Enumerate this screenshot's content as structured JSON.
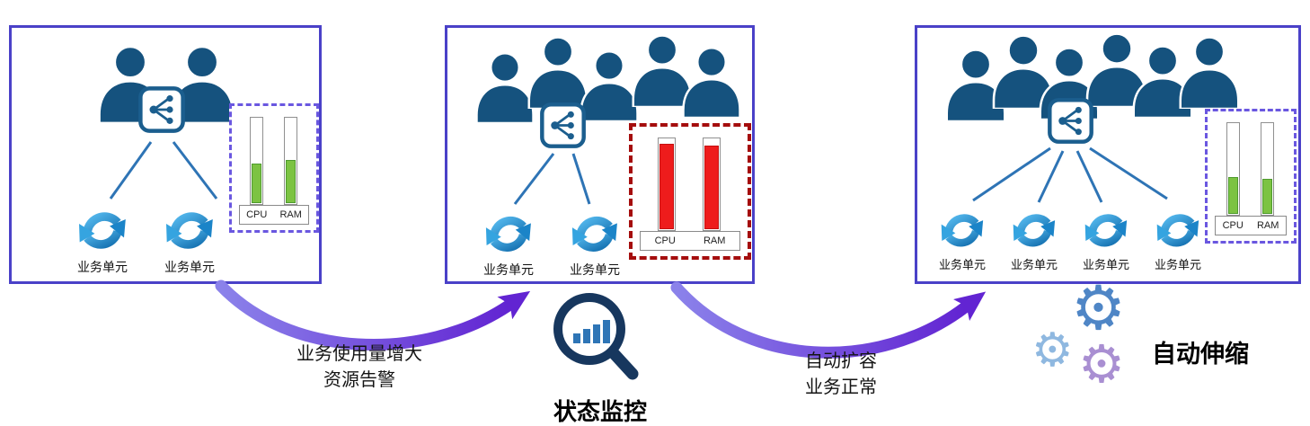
{
  "diagram": {
    "type": "auto-scaling-flow"
  },
  "panels": [
    {
      "id": "initial",
      "user_count": 2,
      "unit_labels": [
        "业务单元",
        "业务单元"
      ],
      "gauge": {
        "cpu_label": "CPU",
        "ram_label": "RAM",
        "cpu_percent": 46,
        "ram_percent": 50,
        "state": "normal"
      }
    },
    {
      "id": "overloaded",
      "user_count": 5,
      "unit_labels": [
        "业务单元",
        "业务单元"
      ],
      "gauge": {
        "cpu_label": "CPU",
        "ram_label": "RAM",
        "cpu_percent": 93,
        "ram_percent": 91,
        "state": "alarm"
      }
    },
    {
      "id": "scaled-out",
      "user_count": 6,
      "unit_labels": [
        "业务单元",
        "业务单元",
        "业务单元",
        "业务单元"
      ],
      "gauge": {
        "cpu_label": "CPU",
        "ram_label": "RAM",
        "cpu_percent": 40,
        "ram_percent": 38,
        "state": "normal"
      }
    }
  ],
  "annotations": {
    "step1_line1": "业务使用量增大",
    "step1_line2": "资源告警",
    "monitor_label": "状态监控",
    "step2_line1": "自动扩容",
    "step2_line2": "业务正常",
    "autoscale_label": "自动伸缩"
  },
  "icons": {
    "gear_glyph": "⚙",
    "user_icon": "person-silhouette",
    "load_balancer_icon": "share-node-box",
    "service_unit_icon": "circular-arrows",
    "monitor_icon": "magnifier-bar-chart"
  },
  "colors": {
    "panel_border": "#4a41c8",
    "gauge_border_normal": "#6a57e0",
    "gauge_border_alarm": "#a50d0d",
    "bar_fill_normal": "#7cc342",
    "bar_fill_alarm": "#ee1c1c",
    "person": "#15527e",
    "unit_icon": "#2288cc",
    "arrow": "#6224d2",
    "monitor": "#17375e"
  }
}
